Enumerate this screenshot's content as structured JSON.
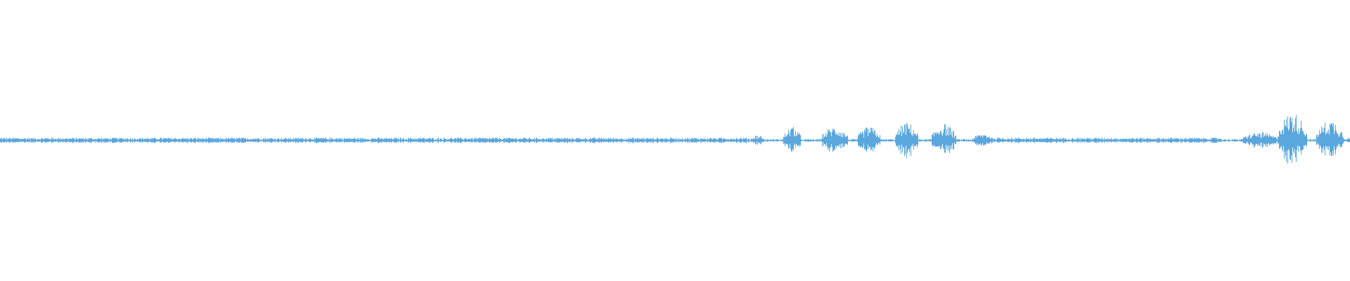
{
  "waveform": {
    "color": "#5aa7de",
    "baseline_amplitude": 0.01,
    "segments": [
      {
        "start": 0.0,
        "end": 0.555,
        "amplitude": 0.02
      },
      {
        "start": 0.556,
        "end": 0.566,
        "amplitude": 0.04
      },
      {
        "start": 0.58,
        "end": 0.593,
        "amplitude": 0.1
      },
      {
        "start": 0.608,
        "end": 0.628,
        "amplitude": 0.1
      },
      {
        "start": 0.635,
        "end": 0.652,
        "amplitude": 0.1
      },
      {
        "start": 0.663,
        "end": 0.68,
        "amplitude": 0.13
      },
      {
        "start": 0.69,
        "end": 0.708,
        "amplitude": 0.12
      },
      {
        "start": 0.72,
        "end": 0.736,
        "amplitude": 0.05
      },
      {
        "start": 0.736,
        "end": 0.905,
        "amplitude": 0.02
      },
      {
        "start": 0.92,
        "end": 0.946,
        "amplitude": 0.06
      },
      {
        "start": 0.946,
        "end": 0.968,
        "amplitude": 0.2
      },
      {
        "start": 0.975,
        "end": 0.995,
        "amplitude": 0.15
      },
      {
        "start": 0.995,
        "end": 1.0,
        "amplitude": 0.02
      }
    ]
  }
}
